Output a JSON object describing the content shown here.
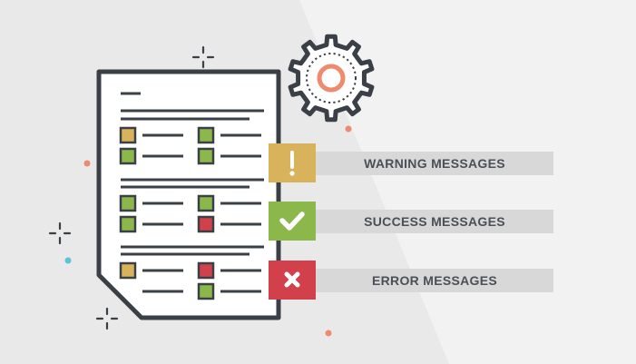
{
  "messages": [
    {
      "id": "warning",
      "label": "WARNING MESSAGES",
      "icon": "exclamation-icon",
      "color": "#d9b35b"
    },
    {
      "id": "success",
      "label": "SUCCESS MESSAGES",
      "icon": "checkmark-icon",
      "color": "#8cb84b"
    },
    {
      "id": "error",
      "label": "ERROR MESSAGES",
      "icon": "x-cross-icon",
      "color": "#d2404c"
    }
  ],
  "colors": {
    "background": "#e9e9ea",
    "background_light": "#f2f2f2",
    "outline": "#3b4047",
    "document_fill": "#ffffff",
    "label_bar": "#d8d8d9",
    "label_text": "#4b5056",
    "checkbox_green": "#8cb84b",
    "checkbox_yellow": "#d9b35b",
    "checkbox_red": "#d2404c",
    "gear_accent": "#f08a6e",
    "dot_orange": "#f08a6e",
    "dot_blue": "#5bc4d8"
  }
}
